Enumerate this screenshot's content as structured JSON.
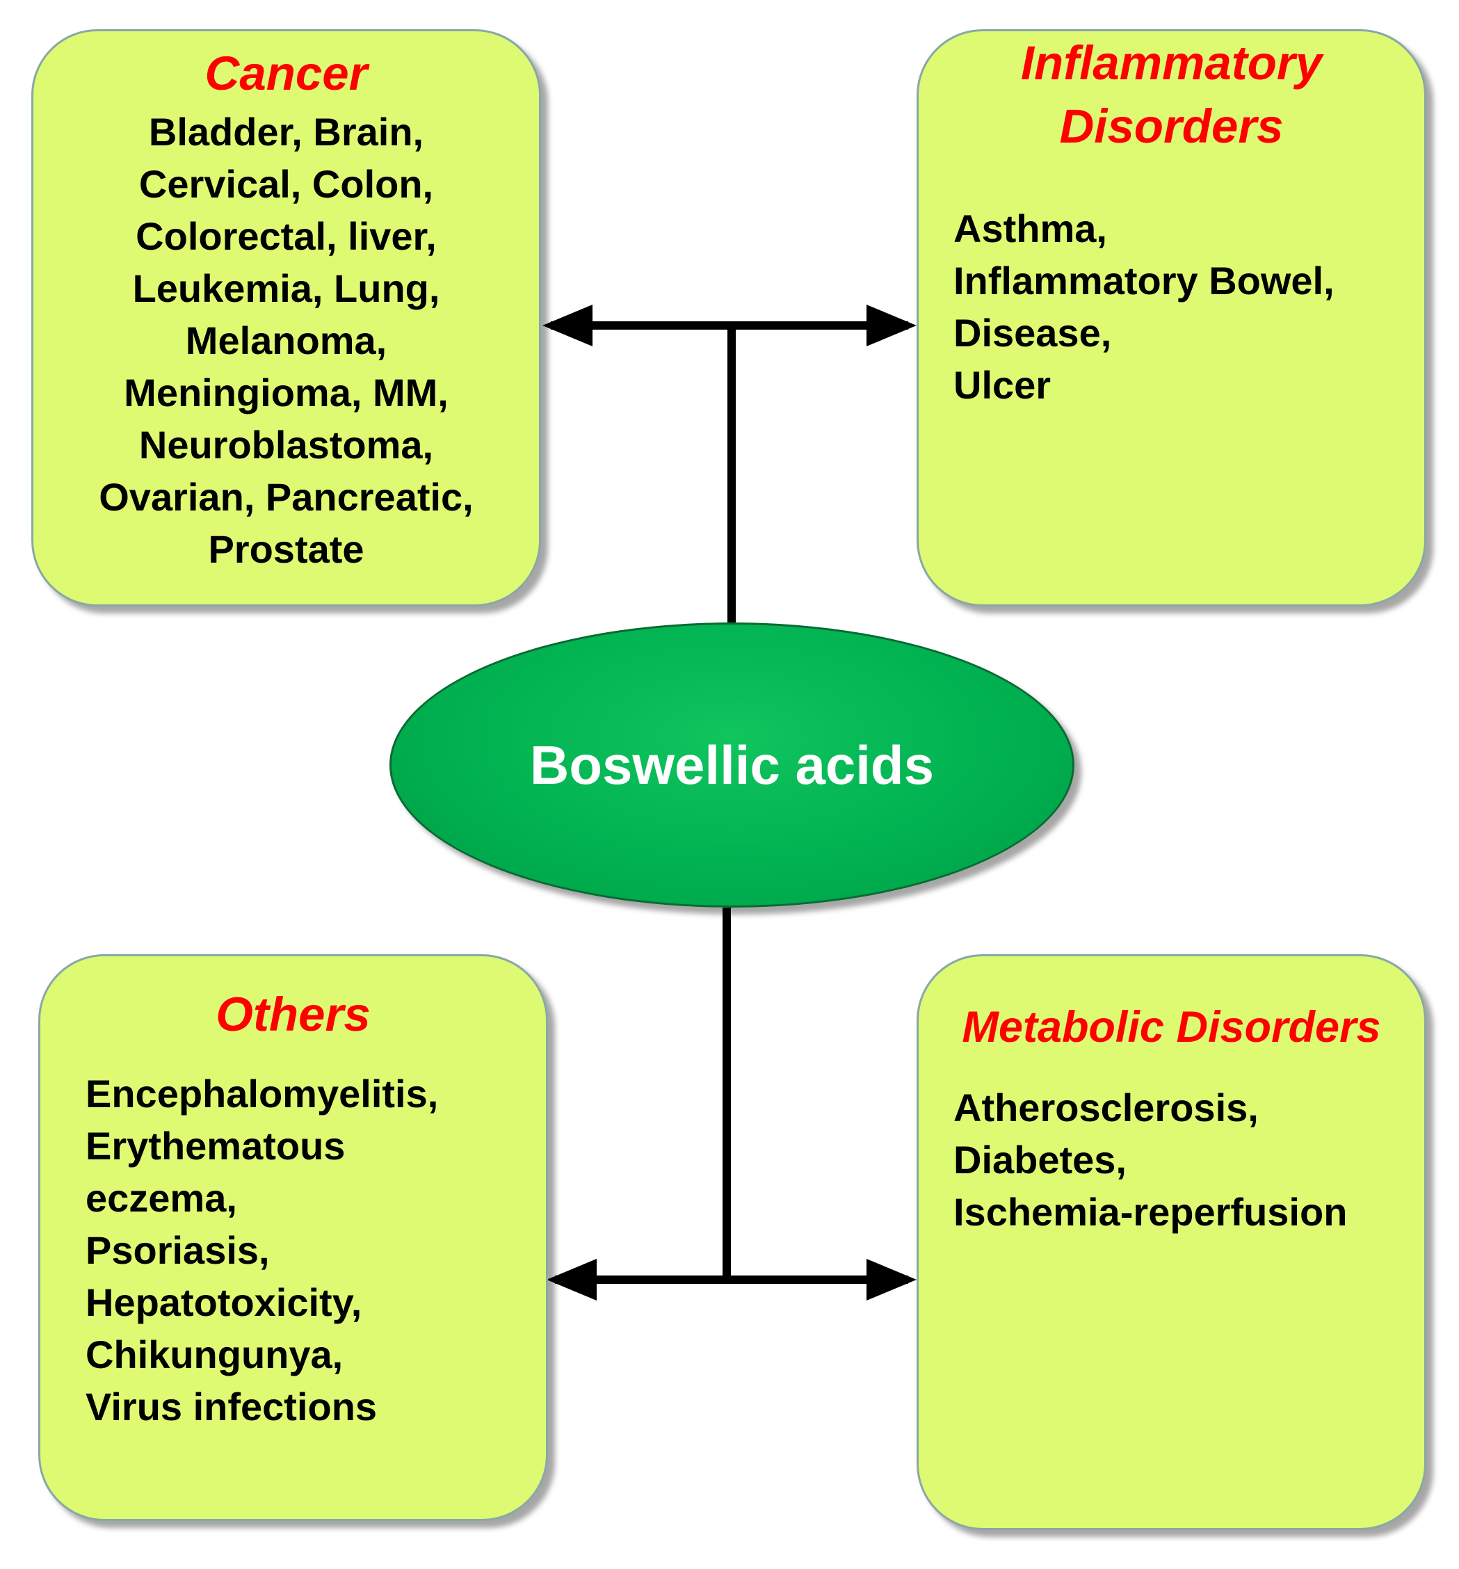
{
  "center": {
    "label": "Boswellic acids"
  },
  "boxes": {
    "cancer": {
      "title": [
        "Cancer"
      ],
      "items": [
        "Bladder, Brain,",
        "Cervical, Colon,",
        "Colorectal, liver,",
        "Leukemia, Lung,",
        "Melanoma,",
        "Meningioma, MM,",
        "Neuroblastoma,",
        "Ovarian, Pancreatic,",
        "Prostate"
      ]
    },
    "inflammatory": {
      "title": [
        "Inflammatory",
        "Disorders"
      ],
      "items": [
        "Asthma,",
        "Inflammatory Bowel,",
        "Disease,",
        "Ulcer"
      ]
    },
    "others": {
      "title": [
        "Others"
      ],
      "items": [
        "Encephalomyelitis,",
        "Erythematous",
        "eczema,",
        "Psoriasis,",
        "Hepatotoxicity,",
        "Chikungunya,",
        "Virus infections"
      ]
    },
    "metabolic": {
      "title": [
        "Metabolic Disorders"
      ],
      "items": [
        "Atherosclerosis,",
        "Diabetes,",
        "Ischemia-reperfusion"
      ]
    }
  },
  "colors": {
    "box_fill": "#ddfa72",
    "box_border": "#8aa7a7",
    "title_text": "#ff0000",
    "item_text": "#000000",
    "center_fill": "#00b050",
    "center_text": "#ffffff",
    "connector": "#000000"
  }
}
